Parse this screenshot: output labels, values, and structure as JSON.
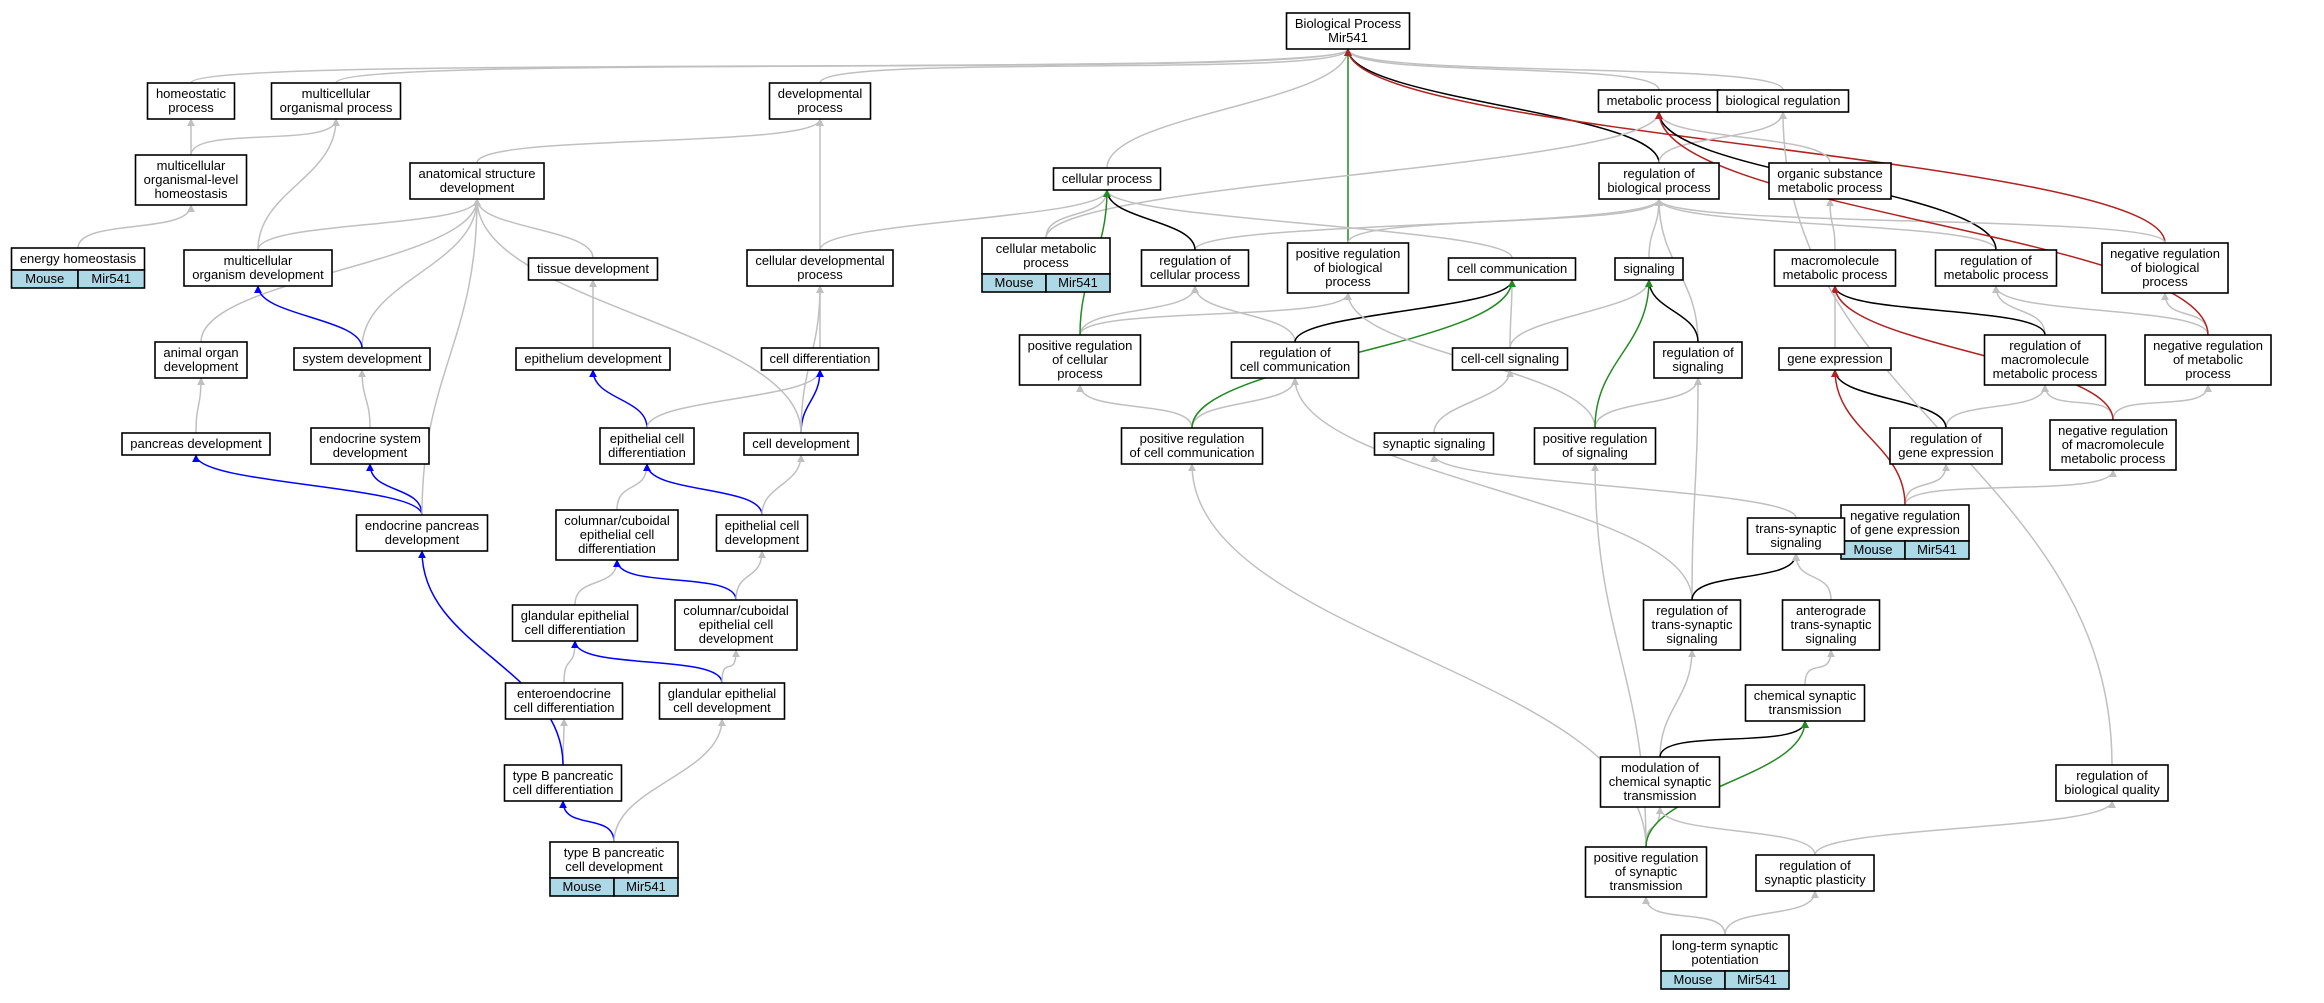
{
  "colors": {
    "is_a": "#c0c0c0",
    "regulates": "#000000",
    "positively_regulates": "#228b22",
    "negatively_regulates": "#b22222",
    "part_of": "#0000ff",
    "annotation_fill": "#add8e6"
  },
  "annotation": {
    "species": "Mouse",
    "gene": "Mir541"
  },
  "nodes": [
    {
      "id": "bp",
      "lines": [
        "Biological Process",
        "Mir541"
      ]
    },
    {
      "id": "homeostatic",
      "lines": [
        "homeostatic",
        "process"
      ]
    },
    {
      "id": "multi_org_proc",
      "lines": [
        "multicellular",
        "organismal process"
      ]
    },
    {
      "id": "dev_proc",
      "lines": [
        "developmental",
        "process"
      ]
    },
    {
      "id": "metabolic",
      "lines": [
        "metabolic process"
      ]
    },
    {
      "id": "bio_reg",
      "lines": [
        "biological regulation"
      ]
    },
    {
      "id": "multi_homeo",
      "lines": [
        "multicellular",
        "organismal-level",
        "homeostasis"
      ]
    },
    {
      "id": "anat_dev",
      "lines": [
        "anatomical structure",
        "development"
      ]
    },
    {
      "id": "cell_proc",
      "lines": [
        "cellular process"
      ]
    },
    {
      "id": "reg_bio",
      "lines": [
        "regulation of",
        "biological process"
      ]
    },
    {
      "id": "org_sub",
      "lines": [
        "organic substance",
        "metabolic process"
      ]
    },
    {
      "id": "energy_homeo",
      "lines": [
        "energy homeostasis"
      ],
      "annotated": true
    },
    {
      "id": "multi_org_dev",
      "lines": [
        "multicellular",
        "organism development"
      ]
    },
    {
      "id": "tissue_dev",
      "lines": [
        "tissue development"
      ]
    },
    {
      "id": "cell_dev_proc",
      "lines": [
        "cellular developmental",
        "process"
      ]
    },
    {
      "id": "cell_metab",
      "lines": [
        "cellular metabolic",
        "process"
      ],
      "annotated": true
    },
    {
      "id": "reg_cell_proc",
      "lines": [
        "regulation of",
        "cellular process"
      ]
    },
    {
      "id": "pos_reg_bio",
      "lines": [
        "positive regulation",
        "of biological",
        "process"
      ]
    },
    {
      "id": "cell_comm",
      "lines": [
        "cell communication"
      ]
    },
    {
      "id": "signaling",
      "lines": [
        "signaling"
      ]
    },
    {
      "id": "macro_metab",
      "lines": [
        "macromolecule",
        "metabolic process"
      ]
    },
    {
      "id": "reg_metab",
      "lines": [
        "regulation of",
        "metabolic process"
      ]
    },
    {
      "id": "neg_reg_bio",
      "lines": [
        "negative regulation",
        "of biological",
        "process"
      ]
    },
    {
      "id": "animal_organ",
      "lines": [
        "animal organ",
        "development"
      ]
    },
    {
      "id": "system_dev",
      "lines": [
        "system development"
      ]
    },
    {
      "id": "epith_dev",
      "lines": [
        "epithelium development"
      ]
    },
    {
      "id": "cell_diff",
      "lines": [
        "cell differentiation"
      ]
    },
    {
      "id": "pos_reg_cell_proc",
      "lines": [
        "positive regulation",
        "of cellular",
        "process"
      ]
    },
    {
      "id": "reg_cell_comm",
      "lines": [
        "regulation of",
        "cell communication"
      ]
    },
    {
      "id": "cc_signaling",
      "lines": [
        "cell-cell signaling"
      ]
    },
    {
      "id": "reg_signaling",
      "lines": [
        "regulation of",
        "signaling"
      ]
    },
    {
      "id": "gene_expr",
      "lines": [
        "gene expression"
      ]
    },
    {
      "id": "reg_macro",
      "lines": [
        "regulation of",
        "macromolecule",
        "metabolic process"
      ]
    },
    {
      "id": "neg_reg_metab",
      "lines": [
        "negative regulation",
        "of metabolic",
        "process"
      ]
    },
    {
      "id": "pancreas_dev",
      "lines": [
        "pancreas development"
      ]
    },
    {
      "id": "endocrine_sys",
      "lines": [
        "endocrine system",
        "development"
      ]
    },
    {
      "id": "epith_cell_diff",
      "lines": [
        "epithelial cell",
        "differentiation"
      ]
    },
    {
      "id": "cell_dev",
      "lines": [
        "cell development"
      ]
    },
    {
      "id": "pos_reg_cell_comm",
      "lines": [
        "positive regulation",
        "of cell communication"
      ]
    },
    {
      "id": "synaptic_sig",
      "lines": [
        "synaptic signaling"
      ]
    },
    {
      "id": "pos_reg_sig",
      "lines": [
        "positive regulation",
        "of signaling"
      ]
    },
    {
      "id": "reg_gene_expr",
      "lines": [
        "regulation of",
        "gene expression"
      ]
    },
    {
      "id": "neg_reg_macro",
      "lines": [
        "negative regulation",
        "of macromolecule",
        "metabolic process"
      ]
    },
    {
      "id": "endocrine_panc",
      "lines": [
        "endocrine pancreas",
        "development"
      ]
    },
    {
      "id": "col_cub_diff",
      "lines": [
        "columnar/cuboidal",
        "epithelial cell",
        "differentiation"
      ]
    },
    {
      "id": "epith_cell_dev",
      "lines": [
        "epithelial cell",
        "development"
      ]
    },
    {
      "id": "neg_reg_gene_expr",
      "lines": [
        "negative regulation",
        "of gene expression"
      ],
      "annotated": true
    },
    {
      "id": "trans_syn",
      "lines": [
        "trans-synaptic",
        "signaling"
      ]
    },
    {
      "id": "gland_epith_diff",
      "lines": [
        "glandular epithelial",
        "cell differentiation"
      ]
    },
    {
      "id": "col_cub_dev",
      "lines": [
        "columnar/cuboidal",
        "epithelial cell",
        "development"
      ]
    },
    {
      "id": "reg_trans_syn",
      "lines": [
        "regulation of",
        "trans-synaptic",
        "signaling"
      ]
    },
    {
      "id": "antero",
      "lines": [
        "anterograde",
        "trans-synaptic",
        "signaling"
      ]
    },
    {
      "id": "enteroendo",
      "lines": [
        "enteroendocrine",
        "cell differentiation"
      ]
    },
    {
      "id": "gland_epith_dev",
      "lines": [
        "glandular epithelial",
        "cell development"
      ]
    },
    {
      "id": "chem_syn",
      "lines": [
        "chemical synaptic",
        "transmission"
      ]
    },
    {
      "id": "typeb_diff",
      "lines": [
        "type B pancreatic",
        "cell differentiation"
      ]
    },
    {
      "id": "mod_chem_syn",
      "lines": [
        "modulation of",
        "chemical synaptic",
        "transmission"
      ]
    },
    {
      "id": "reg_bio_quality",
      "lines": [
        "regulation of",
        "biological quality"
      ]
    },
    {
      "id": "typeb_dev",
      "lines": [
        "type B pancreatic",
        "cell development"
      ],
      "annotated": true
    },
    {
      "id": "pos_reg_syn",
      "lines": [
        "positive regulation",
        "of synaptic",
        "transmission"
      ]
    },
    {
      "id": "reg_syn_plast",
      "lines": [
        "regulation of",
        "synaptic plasticity"
      ]
    },
    {
      "id": "ltp",
      "lines": [
        "long-term synaptic",
        "potentiation"
      ],
      "annotated": true
    }
  ],
  "edges": [
    {
      "from": "homeostatic",
      "to": "bp",
      "type": "is_a"
    },
    {
      "from": "multi_org_proc",
      "to": "bp",
      "type": "is_a"
    },
    {
      "from": "dev_proc",
      "to": "bp",
      "type": "is_a"
    },
    {
      "from": "metabolic",
      "to": "bp",
      "type": "is_a"
    },
    {
      "from": "bio_reg",
      "to": "bp",
      "type": "is_a"
    },
    {
      "from": "cell_proc",
      "to": "bp",
      "type": "is_a"
    },
    {
      "from": "reg_bio",
      "to": "bp",
      "type": "regulates"
    },
    {
      "from": "pos_reg_bio",
      "to": "bp",
      "type": "positively_regulates"
    },
    {
      "from": "neg_reg_bio",
      "to": "bp",
      "type": "negatively_regulates"
    },
    {
      "from": "multi_homeo",
      "to": "homeostatic",
      "type": "is_a"
    },
    {
      "from": "multi_homeo",
      "to": "multi_org_proc",
      "type": "is_a"
    },
    {
      "from": "energy_homeo",
      "to": "multi_homeo",
      "type": "is_a"
    },
    {
      "from": "anat_dev",
      "to": "dev_proc",
      "type": "is_a"
    },
    {
      "from": "multi_org_dev",
      "to": "multi_org_proc",
      "type": "is_a"
    },
    {
      "from": "multi_org_dev",
      "to": "anat_dev",
      "type": "is_a"
    },
    {
      "from": "tissue_dev",
      "to": "anat_dev",
      "type": "is_a"
    },
    {
      "from": "animal_organ",
      "to": "anat_dev",
      "type": "is_a"
    },
    {
      "from": "system_dev",
      "to": "anat_dev",
      "type": "is_a"
    },
    {
      "from": "system_dev",
      "to": "multi_org_dev",
      "type": "part_of"
    },
    {
      "from": "cell_dev_proc",
      "to": "dev_proc",
      "type": "is_a"
    },
    {
      "from": "cell_dev_proc",
      "to": "cell_proc",
      "type": "is_a"
    },
    {
      "from": "cell_metab",
      "to": "metabolic",
      "type": "is_a"
    },
    {
      "from": "cell_metab",
      "to": "cell_proc",
      "type": "is_a"
    },
    {
      "from": "reg_bio",
      "to": "bio_reg",
      "type": "is_a"
    },
    {
      "from": "org_sub",
      "to": "metabolic",
      "type": "is_a"
    },
    {
      "from": "reg_cell_proc",
      "to": "reg_bio",
      "type": "is_a"
    },
    {
      "from": "reg_cell_proc",
      "to": "cell_proc",
      "type": "regulates"
    },
    {
      "from": "pos_reg_bio",
      "to": "reg_bio",
      "type": "is_a"
    },
    {
      "from": "cell_comm",
      "to": "cell_proc",
      "type": "is_a"
    },
    {
      "from": "signaling",
      "to": "reg_bio",
      "type": "is_a"
    },
    {
      "from": "macro_metab",
      "to": "org_sub",
      "type": "is_a"
    },
    {
      "from": "reg_metab",
      "to": "reg_bio",
      "type": "is_a"
    },
    {
      "from": "reg_metab",
      "to": "metabolic",
      "type": "regulates"
    },
    {
      "from": "neg_reg_bio",
      "to": "reg_bio",
      "type": "is_a"
    },
    {
      "from": "animal_organ",
      "to": "animal_organ",
      "type": "none"
    },
    {
      "from": "epith_dev",
      "to": "tissue_dev",
      "type": "is_a"
    },
    {
      "from": "cell_diff",
      "to": "cell_dev_proc",
      "type": "is_a"
    },
    {
      "from": "pos_reg_cell_proc",
      "to": "reg_cell_proc",
      "type": "is_a"
    },
    {
      "from": "pos_reg_cell_proc",
      "to": "pos_reg_bio",
      "type": "is_a"
    },
    {
      "from": "pos_reg_cell_proc",
      "to": "cell_proc",
      "type": "positively_regulates"
    },
    {
      "from": "reg_cell_comm",
      "to": "reg_cell_proc",
      "type": "is_a"
    },
    {
      "from": "reg_cell_comm",
      "to": "cell_comm",
      "type": "regulates"
    },
    {
      "from": "cc_signaling",
      "to": "cell_comm",
      "type": "is_a"
    },
    {
      "from": "cc_signaling",
      "to": "signaling",
      "type": "is_a"
    },
    {
      "from": "reg_signaling",
      "to": "reg_bio",
      "type": "is_a"
    },
    {
      "from": "reg_signaling",
      "to": "signaling",
      "type": "regulates"
    },
    {
      "from": "gene_expr",
      "to": "macro_metab",
      "type": "is_a"
    },
    {
      "from": "reg_macro",
      "to": "reg_metab",
      "type": "is_a"
    },
    {
      "from": "reg_macro",
      "to": "macro_metab",
      "type": "regulates"
    },
    {
      "from": "neg_reg_metab",
      "to": "reg_metab",
      "type": "is_a"
    },
    {
      "from": "neg_reg_metab",
      "to": "neg_reg_bio",
      "type": "is_a"
    },
    {
      "from": "neg_reg_metab",
      "to": "metabolic",
      "type": "negatively_regulates"
    },
    {
      "from": "pancreas_dev",
      "to": "animal_organ",
      "type": "is_a"
    },
    {
      "from": "endocrine_sys",
      "to": "system_dev",
      "type": "is_a"
    },
    {
      "from": "epith_cell_diff",
      "to": "epith_dev",
      "type": "part_of"
    },
    {
      "from": "epith_cell_diff",
      "to": "cell_diff",
      "type": "is_a"
    },
    {
      "from": "cell_dev",
      "to": "cell_diff",
      "type": "part_of"
    },
    {
      "from": "cell_dev",
      "to": "cell_dev_proc",
      "type": "is_a"
    },
    {
      "from": "cell_dev",
      "to": "anat_dev",
      "type": "is_a"
    },
    {
      "from": "pos_reg_cell_comm",
      "to": "reg_cell_comm",
      "type": "is_a"
    },
    {
      "from": "pos_reg_cell_comm",
      "to": "pos_reg_cell_proc",
      "type": "is_a"
    },
    {
      "from": "pos_reg_cell_comm",
      "to": "cell_comm",
      "type": "positively_regulates"
    },
    {
      "from": "synaptic_sig",
      "to": "cc_signaling",
      "type": "is_a"
    },
    {
      "from": "pos_reg_sig",
      "to": "reg_signaling",
      "type": "is_a"
    },
    {
      "from": "pos_reg_sig",
      "to": "pos_reg_bio",
      "type": "is_a"
    },
    {
      "from": "pos_reg_sig",
      "to": "signaling",
      "type": "positively_regulates"
    },
    {
      "from": "reg_gene_expr",
      "to": "reg_macro",
      "type": "is_a"
    },
    {
      "from": "reg_gene_expr",
      "to": "gene_expr",
      "type": "regulates"
    },
    {
      "from": "neg_reg_macro",
      "to": "reg_macro",
      "type": "is_a"
    },
    {
      "from": "neg_reg_macro",
      "to": "neg_reg_metab",
      "type": "is_a"
    },
    {
      "from": "neg_reg_macro",
      "to": "macro_metab",
      "type": "negatively_regulates"
    },
    {
      "from": "endocrine_panc",
      "to": "pancreas_dev",
      "type": "part_of"
    },
    {
      "from": "endocrine_panc",
      "to": "endocrine_sys",
      "type": "part_of"
    },
    {
      "from": "endocrine_panc",
      "to": "anat_dev",
      "type": "is_a"
    },
    {
      "from": "col_cub_diff",
      "to": "epith_cell_diff",
      "type": "is_a"
    },
    {
      "from": "epith_cell_dev",
      "to": "epith_cell_diff",
      "type": "part_of"
    },
    {
      "from": "epith_cell_dev",
      "to": "cell_dev",
      "type": "is_a"
    },
    {
      "from": "neg_reg_gene_expr",
      "to": "reg_gene_expr",
      "type": "is_a"
    },
    {
      "from": "neg_reg_gene_expr",
      "to": "neg_reg_macro",
      "type": "is_a"
    },
    {
      "from": "neg_reg_gene_expr",
      "to": "gene_expr",
      "type": "negatively_regulates"
    },
    {
      "from": "trans_syn",
      "to": "synaptic_sig",
      "type": "is_a"
    },
    {
      "from": "gland_epith_diff",
      "to": "col_cub_diff",
      "type": "is_a"
    },
    {
      "from": "col_cub_dev",
      "to": "col_cub_diff",
      "type": "part_of"
    },
    {
      "from": "col_cub_dev",
      "to": "epith_cell_dev",
      "type": "is_a"
    },
    {
      "from": "reg_trans_syn",
      "to": "reg_signaling",
      "type": "is_a"
    },
    {
      "from": "reg_trans_syn",
      "to": "reg_cell_comm",
      "type": "is_a"
    },
    {
      "from": "reg_trans_syn",
      "to": "trans_syn",
      "type": "regulates"
    },
    {
      "from": "antero",
      "to": "trans_syn",
      "type": "is_a"
    },
    {
      "from": "enteroendo",
      "to": "gland_epith_diff",
      "type": "is_a"
    },
    {
      "from": "gland_epith_dev",
      "to": "gland_epith_diff",
      "type": "part_of"
    },
    {
      "from": "gland_epith_dev",
      "to": "col_cub_dev",
      "type": "is_a"
    },
    {
      "from": "chem_syn",
      "to": "antero",
      "type": "is_a"
    },
    {
      "from": "typeb_diff",
      "to": "enteroendo",
      "type": "is_a"
    },
    {
      "from": "typeb_diff",
      "to": "endocrine_panc",
      "type": "part_of"
    },
    {
      "from": "mod_chem_syn",
      "to": "reg_trans_syn",
      "type": "is_a"
    },
    {
      "from": "mod_chem_syn",
      "to": "chem_syn",
      "type": "regulates"
    },
    {
      "from": "reg_bio_quality",
      "to": "bio_reg",
      "type": "is_a"
    },
    {
      "from": "typeb_dev",
      "to": "typeb_diff",
      "type": "part_of"
    },
    {
      "from": "typeb_dev",
      "to": "gland_epith_dev",
      "type": "is_a"
    },
    {
      "from": "pos_reg_syn",
      "to": "mod_chem_syn",
      "type": "is_a"
    },
    {
      "from": "pos_reg_syn",
      "to": "pos_reg_sig",
      "type": "is_a"
    },
    {
      "from": "pos_reg_syn",
      "to": "pos_reg_cell_comm",
      "type": "is_a"
    },
    {
      "from": "pos_reg_syn",
      "to": "chem_syn",
      "type": "positively_regulates"
    },
    {
      "from": "reg_syn_plast",
      "to": "mod_chem_syn",
      "type": "is_a"
    },
    {
      "from": "reg_syn_plast",
      "to": "reg_bio_quality",
      "type": "is_a"
    },
    {
      "from": "ltp",
      "to": "pos_reg_syn",
      "type": "is_a"
    },
    {
      "from": "ltp",
      "to": "reg_syn_plast",
      "type": "is_a"
    }
  ]
}
